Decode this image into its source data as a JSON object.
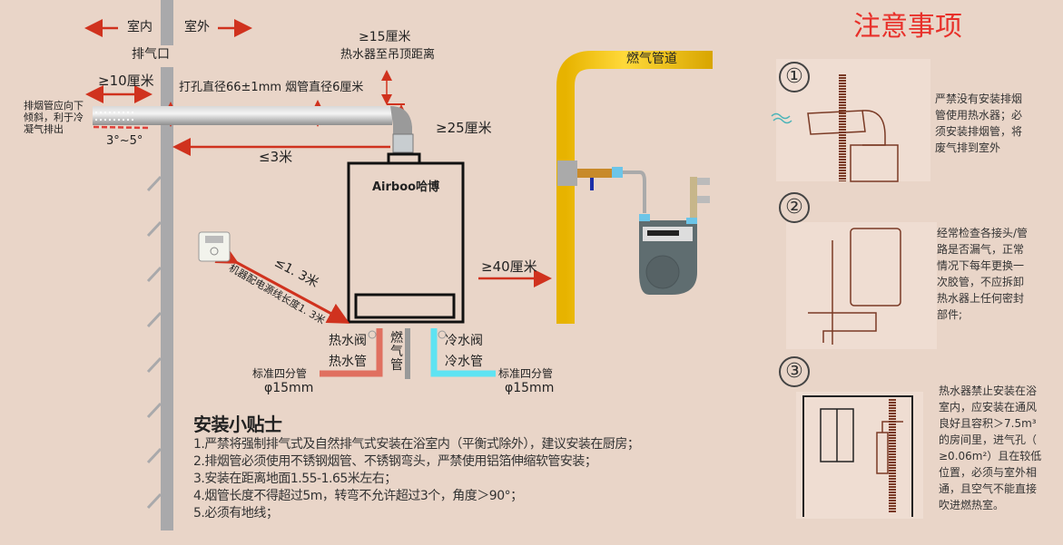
{
  "labels": {
    "indoor": "室内",
    "outdoor": "室外",
    "vent": "排气口",
    "min_10cm": "≥10厘米",
    "hole": "打孔直径66±1mm 烟管直径6厘米",
    "min_15cm": "≥15厘米",
    "ceiling": "热水器至吊顶距离",
    "min_25cm": "≥25厘米",
    "max_3m": "≤3米",
    "angle": "3°~5°",
    "slope_note": "排烟管应向下\n倾斜，利于冷\n凝气排出",
    "brand": "Airboo哈博",
    "max_13m": "≤1. 3米",
    "cord": "机器配电源线长度1. 3米",
    "min_40cm": "≥40厘米",
    "gas_main": "燃气管道",
    "hot_valve": "热水阀",
    "hot_pipe": "热水管",
    "gas_pipe": "燃\n气\n管",
    "cold_valve": "冷水阀",
    "cold_pipe": "冷水管",
    "std_pipe_left": "标准四分管",
    "dia_left": "φ15mm",
    "std_pipe_right": "标准四分管",
    "dia_right": "φ15mm"
  },
  "tips": {
    "title": "安装小贴士",
    "items": [
      "1.严禁将强制排气式及自然排气式安装在浴室内（平衡式除外），建议安装在厨房；",
      "2.排烟管必须使用不锈钢烟管、不锈钢弯头，严禁使用铝箔伸缩软管安装；",
      "3.安装在距离地面1.55-1.65米左右；",
      "4.烟管长度不得超过5m，转弯不允许超过3个，角度＞90°；",
      "5.必须有地线；"
    ]
  },
  "notices": {
    "title": "注意事项",
    "items": [
      {
        "num": "①",
        "text": "严禁没有安装排烟\n管使用热水器；必\n须安装排烟管，将\n废气排到室外"
      },
      {
        "num": "②",
        "text": "经常检查各接头/管\n路是否漏气，正常\n情况下每年更换一\n次胶管，不应拆卸\n热水器上任何密封\n部件;"
      },
      {
        "num": "③",
        "text": "热水器禁止安装在浴\n室内，应安装在通风\n良好且容积＞7.5m³\n的房间里，进气孔（\n≥0.06m²）且在较低\n位置，必须与室外相\n通，且空气不能直接\n吹进燃热室。"
      }
    ]
  },
  "colors": {
    "arrow": "#d0321e",
    "title": "#e8302a",
    "gas": "#f5c518",
    "hot": "#e07060",
    "cold": "#5ee3f2",
    "wall": "#a9a9ab"
  }
}
